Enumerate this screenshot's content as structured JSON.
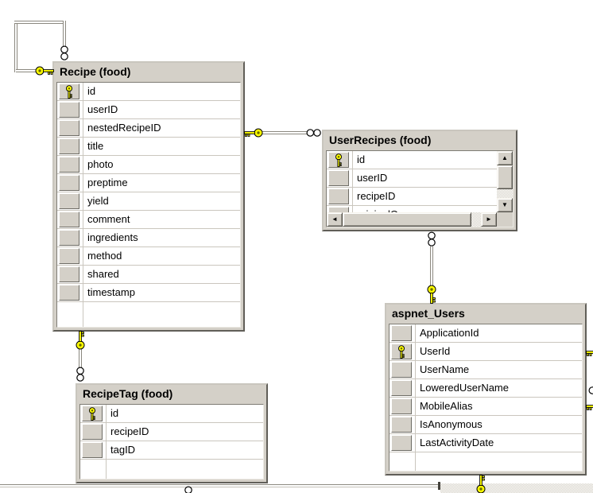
{
  "diagram": {
    "tables": [
      {
        "title": "Recipe (food)",
        "columns": [
          {
            "name": "id",
            "pk": true
          },
          {
            "name": "userID"
          },
          {
            "name": "nestedRecipeID"
          },
          {
            "name": "title"
          },
          {
            "name": "photo"
          },
          {
            "name": "preptime"
          },
          {
            "name": "yield"
          },
          {
            "name": "comment"
          },
          {
            "name": "ingredients"
          },
          {
            "name": "method"
          },
          {
            "name": "shared"
          },
          {
            "name": "timestamp"
          }
        ]
      },
      {
        "title": "UserRecipes (food)",
        "columns": [
          {
            "name": "id",
            "pk": true
          },
          {
            "name": "userID"
          },
          {
            "name": "recipeID"
          },
          {
            "name": "originalOwner",
            "clipped": true
          }
        ],
        "scrollable": true
      },
      {
        "title": "aspnet_Users",
        "columns": [
          {
            "name": "ApplicationId"
          },
          {
            "name": "UserId",
            "pk": true
          },
          {
            "name": "UserName"
          },
          {
            "name": "LoweredUserName"
          },
          {
            "name": "MobileAlias"
          },
          {
            "name": "IsAnonymous"
          },
          {
            "name": "LastActivityDate"
          }
        ]
      },
      {
        "title": "RecipeTag (food)",
        "columns": [
          {
            "name": "id",
            "pk": true
          },
          {
            "name": "recipeID"
          },
          {
            "name": "tagID"
          }
        ]
      }
    ],
    "relationships": [
      {
        "one": "Recipe",
        "many": "Recipe",
        "note": "self-reference loop"
      },
      {
        "one": "Recipe",
        "many": "UserRecipes"
      },
      {
        "one": "Recipe",
        "many": "RecipeTag"
      },
      {
        "one": "aspnet_Users",
        "many": "UserRecipes"
      },
      {
        "one": "aspnet_Users",
        "many": "",
        "note": "key at bottom edge, line continues off-canvas"
      },
      {
        "one": "aspnet_Users",
        "many": "",
        "note": "clipped glyphs at right canvas edge"
      },
      {
        "one": "",
        "many": "RecipeTag",
        "note": "clipped many-symbol below table at canvas edge"
      }
    ],
    "scrollbar_arrows": {
      "up": "▲",
      "down": "▼",
      "left": "◄",
      "right": "►"
    },
    "colors": {
      "key_yellow": "#ffff00",
      "table_face": "#d4d0c8",
      "body_white": "#ffffff",
      "grid_line": "#cac6be",
      "border_dark": "#605e58",
      "text": "#000000"
    }
  }
}
